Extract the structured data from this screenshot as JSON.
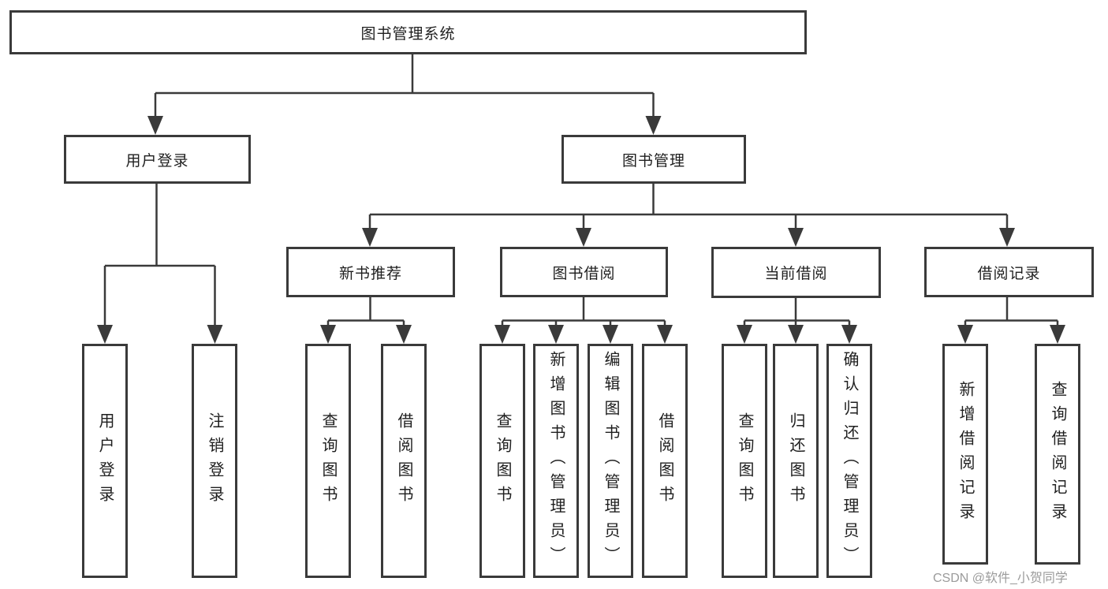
{
  "diagram_title": "图书管理系统",
  "tree": {
    "root": {
      "label": "图书管理系统"
    },
    "level2": [
      {
        "label": "用户登录",
        "leaves": [
          "用户登录",
          "注销登录"
        ]
      },
      {
        "label": "图书管理",
        "groups": [
          {
            "label": "新书推荐",
            "leaves": [
              "查询图书",
              "借阅图书"
            ]
          },
          {
            "label": "图书借阅",
            "leaves": [
              "查询图书",
              "新增图书（管理员）",
              "编辑图书（管理员）",
              "借阅图书"
            ]
          },
          {
            "label": "当前借阅",
            "leaves": [
              "查询图书",
              "归还图书",
              "确认归还（管理员）"
            ]
          },
          {
            "label": "借阅记录",
            "leaves": [
              "新增借阅记录",
              "查询借阅记录"
            ]
          }
        ]
      }
    ]
  },
  "colors": {
    "line": "#3a3a3a",
    "text": "#1f1f1f",
    "watermark": "#9b9b9b",
    "background": "#ffffff"
  },
  "watermark": "CSDN @软件_小贺同学"
}
